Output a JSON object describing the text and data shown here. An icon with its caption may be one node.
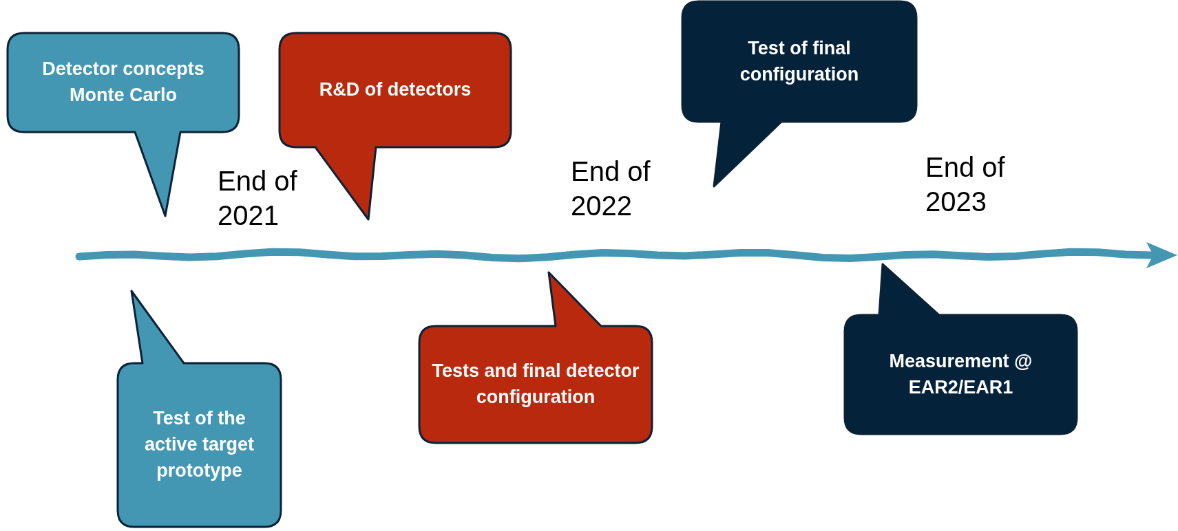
{
  "diagram": {
    "nodes": [
      {
        "text": [
          "Detector concepts Monte Carlo"
        ]
      },
      {
        "text": [
          "R&D of detectors"
        ]
      },
      {
        "text": [
          "Test of final configuration"
        ]
      },
      {
        "text": [
          "Test of the active target prototype"
        ]
      },
      {
        "text": [
          "Tests and final detector configuration"
        ]
      },
      {
        "text": [
          "Measurement @ EAR2/EAR1"
        ]
      }
    ],
    "labels": [
      "End of 2021",
      "End of 2022",
      "End of 2023"
    ]
  }
}
